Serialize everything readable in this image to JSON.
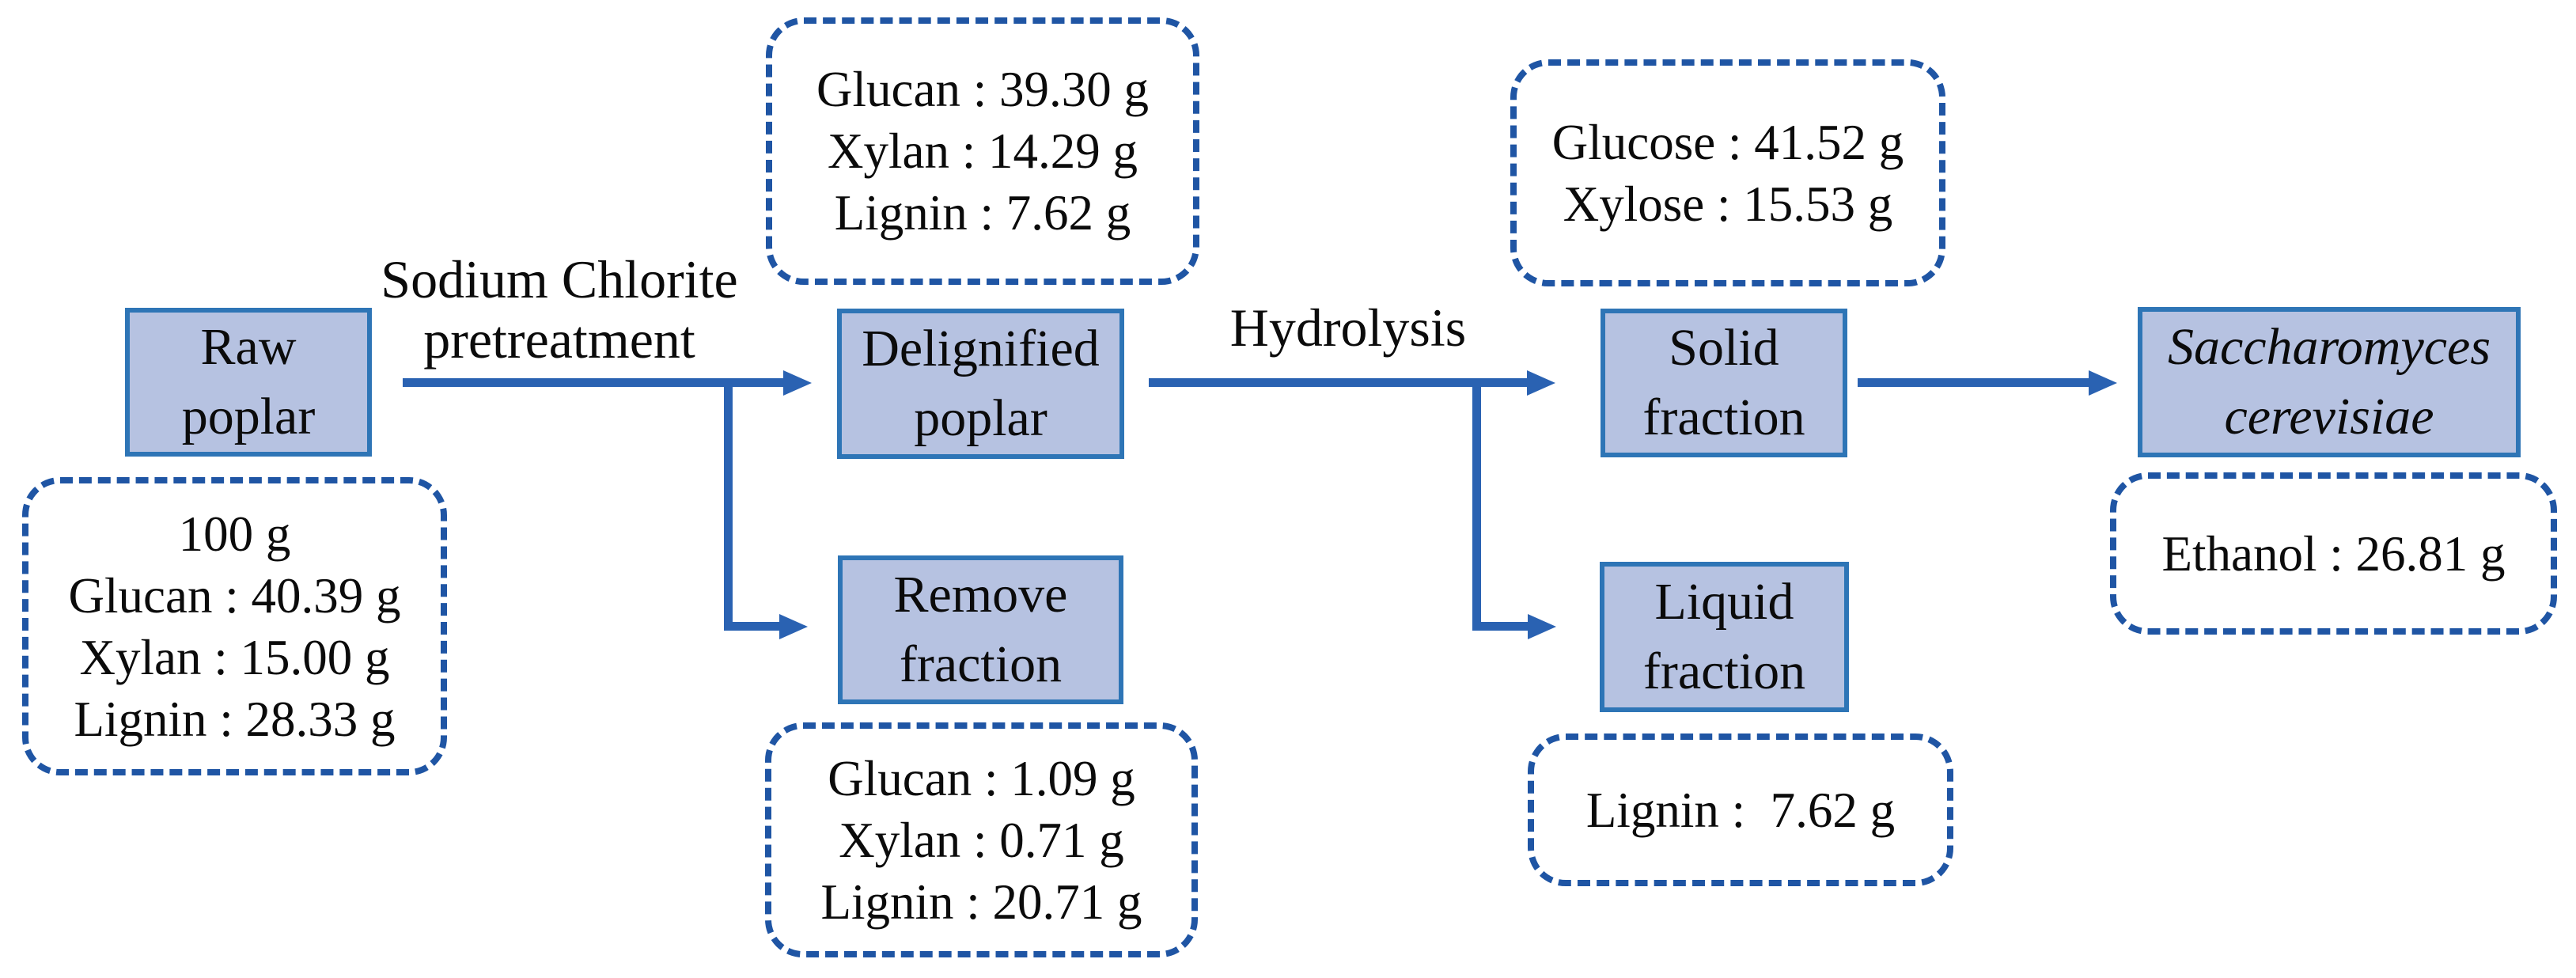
{
  "figure": {
    "title_hint": "Mass balance flowchart of poplar to ethanol conversion",
    "colors": {
      "background": "#ffffff",
      "box_fill": "#b6c2e1",
      "box_border": "#2e75b6",
      "dashed_border": "#1f55a4",
      "arrow": "#2a62b2",
      "text": "#0b0b0b"
    },
    "process_boxes": {
      "raw_poplar": {
        "lines": [
          "Raw",
          "poplar"
        ]
      },
      "delignified_poplar": {
        "lines": [
          "Delignified",
          "poplar"
        ]
      },
      "remove_fraction": {
        "lines": [
          "Remove",
          "fraction"
        ]
      },
      "solid_fraction": {
        "lines": [
          "Solid",
          "fraction"
        ]
      },
      "liquid_fraction": {
        "lines": [
          "Liquid",
          "fraction"
        ]
      },
      "yeast": {
        "lines": [
          "Saccharomyces",
          "cerevisiae"
        ]
      }
    },
    "arrow_labels": {
      "pretreatment": {
        "lines": [
          "Sodium Chlorite",
          "pretreatment"
        ]
      },
      "hydrolysis": {
        "lines": [
          "Hydrolysis"
        ]
      }
    },
    "mass_annotations": {
      "raw_poplar": {
        "lines": [
          "100 g",
          "Glucan : 40.39 g",
          "Xylan : 15.00 g",
          "Lignin : 28.33 g"
        ]
      },
      "delignified_poplar": {
        "lines": [
          "Glucan : 39.30 g",
          "Xylan : 14.29 g",
          "Lignin : 7.62 g"
        ]
      },
      "remove_fraction": {
        "lines": [
          "Glucan : 1.09 g",
          "Xylan : 0.71 g",
          "Lignin : 20.71 g"
        ]
      },
      "solid_fraction": {
        "lines": [
          "Glucose : 41.52 g",
          "Xylose : 15.53 g"
        ]
      },
      "liquid_fraction": {
        "lines": [
          "Lignin :  7.62 g"
        ]
      },
      "yeast": {
        "lines": [
          "Ethanol : 26.81 g"
        ]
      }
    }
  }
}
